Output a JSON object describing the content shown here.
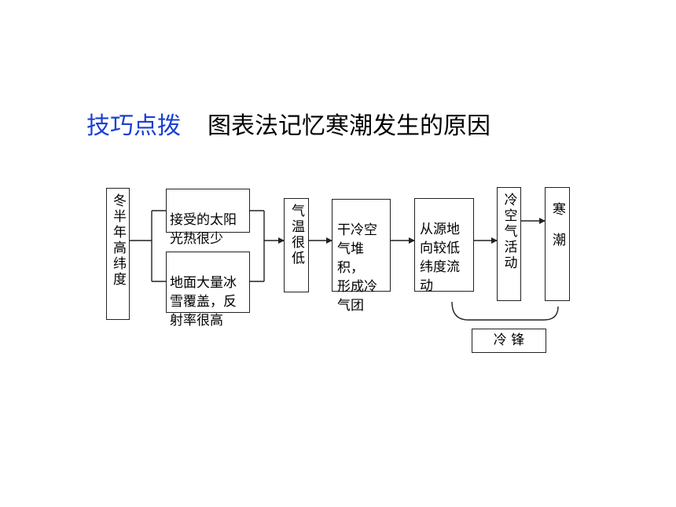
{
  "title": {
    "tag": "技巧点拨",
    "main": "图表法记忆寒潮发生的原因"
  },
  "nodes": {
    "winter": "冬半年高纬度",
    "sun": "接受的太阳\n光热很少",
    "ice": "地面大量冰\n雪覆盖，反\n射率很高",
    "temp": "气温很低",
    "air": "干冷空\n气堆积，\n形成冷\n气团",
    "flow": "从源地\n向较低\n纬度流\n动",
    "cold": "冷空气活动",
    "wave": "寒潮",
    "front": "冷 锋"
  }
}
